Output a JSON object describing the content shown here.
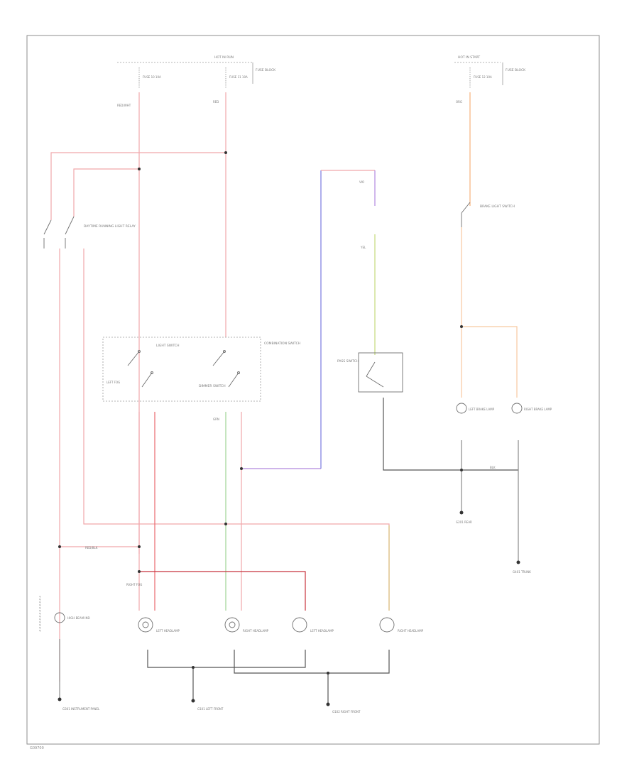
{
  "header": {
    "hot_in_run": "HOT IN RUN",
    "hot_in_start": "HOT IN START"
  },
  "fuses": {
    "fuse_1": "FUSE 10 10A",
    "fuse_2": "FUSE 11 10A",
    "fuse_3": "FUSE 12 10A",
    "fuse_box_left": "FUSE BLOCK",
    "fuse_box_right": "FUSE BLOCK"
  },
  "components": {
    "daytime_relay": "DAYTIME RUNNING LIGHT RELAY",
    "light_switch": "LIGHT SWITCH",
    "dimmer_switch": "DIMMER SWITCH",
    "pass_switch": "PASS SWITCH",
    "brake_switch": "BRAKE LIGHT SWITCH",
    "high_beam_ind": "HIGH BEAM IND",
    "left_headlamp_1": "LEFT HEADLAMP",
    "right_headlamp_1": "RIGHT HEADLAMP",
    "left_headlamp_2": "LEFT HEADLAMP",
    "right_headlamp_2": "RIGHT HEADLAMP",
    "left_brake_lamp": "LEFT BRAKE LAMP",
    "right_brake_lamp": "RIGHT BRAKE LAMP",
    "combination_switch": "COMBINATION SWITCH",
    "left_fog": "LEFT FOG",
    "right_fog": "RIGHT FOG"
  },
  "grounds": {
    "g1": "G101 LEFT FRONT",
    "g2": "G102 RIGHT FRONT",
    "g3": "G201 REAR",
    "g4": "G301 INSTRUMENT PANEL",
    "g5": "G401 TRUNK"
  },
  "wire_labels": {
    "w_red_wht": "RED/WHT",
    "w_red": "RED",
    "w_red_blk": "RED/BLK",
    "w_grn": "GRN",
    "w_yel": "YEL",
    "w_org": "ORG",
    "w_blk": "BLK",
    "w_vio": "VIO"
  },
  "footer": {
    "figure_id": "G09700"
  },
  "colors": {
    "red": "#e8686d",
    "pink": "#f1a7ab",
    "green": "#9fd495",
    "yellow_green": "#c4d97a",
    "violet": "#9b6fd6",
    "blue": "#7a7ae0",
    "orange": "#f6b27c",
    "peach": "#f8c9a0",
    "black": "#555555",
    "tan": "#c9b27a"
  }
}
